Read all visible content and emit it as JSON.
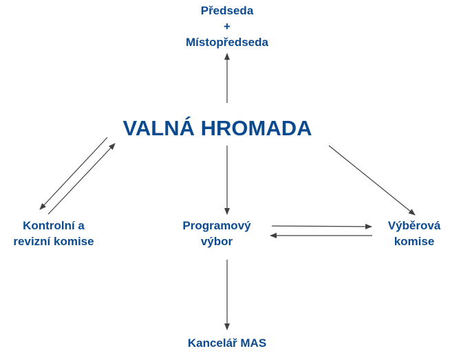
{
  "nodes": {
    "chair": {
      "line1": "Předseda",
      "line2": "+",
      "line3": "Místopředseda"
    },
    "assembly": {
      "label": "VALNÁ HROMADA"
    },
    "control": {
      "line1": "Kontrolní a",
      "line2": "revizní komise"
    },
    "program": {
      "line1": "Programový",
      "line2": "výbor"
    },
    "selection": {
      "line1": "Výběrová",
      "line2": "komise"
    },
    "office": {
      "label": "Kancelář MAS"
    }
  },
  "colors": {
    "text": "#0b4a8f",
    "arrow": "#404040"
  }
}
